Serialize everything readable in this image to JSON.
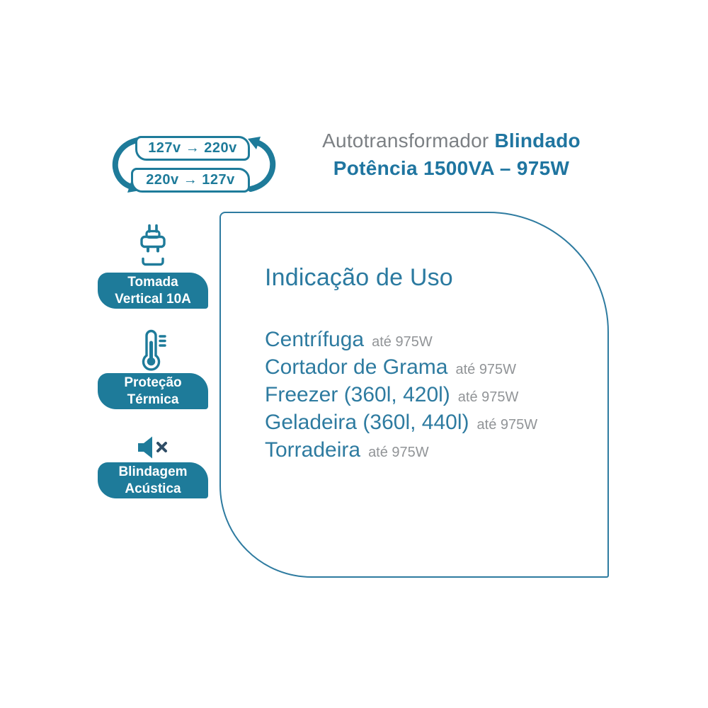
{
  "colors": {
    "accent_teal": "#1e7b9a",
    "title_blue": "#1f75a0",
    "item_blue": "#2e7ba0",
    "title_gray": "#7c8084",
    "limit_gray": "#919497",
    "badge_text": "#ffffff",
    "muted_x": "#2f4d66",
    "background": "#ffffff"
  },
  "voltage_cycle": {
    "top_label": "127v → 220v",
    "bottom_label": "220v → 127v"
  },
  "header": {
    "title_regular": "Autotransformador",
    "title_bold": "Blindado",
    "subtitle": "Potência 1500VA – 975W"
  },
  "features": [
    {
      "icon": "plug-vertical-socket-icon",
      "line1": "Tomada",
      "line2": "Vertical 10A"
    },
    {
      "icon": "thermometer-icon",
      "line1": "Proteção",
      "line2": "Térmica"
    },
    {
      "icon": "speaker-muted-icon",
      "line1": "Blindagem",
      "line2": "Acústica"
    }
  ],
  "usage_panel": {
    "title": "Indicação de Uso",
    "items": [
      {
        "name": "Centrífuga",
        "limit": "até 975W"
      },
      {
        "name": "Cortador de Grama",
        "limit": "até 975W"
      },
      {
        "name": "Freezer (360l, 420l)",
        "limit": "até 975W"
      },
      {
        "name": "Geladeira (360l, 440l)",
        "limit": "até 975W"
      },
      {
        "name": "Torradeira",
        "limit": "até 975W"
      }
    ]
  }
}
